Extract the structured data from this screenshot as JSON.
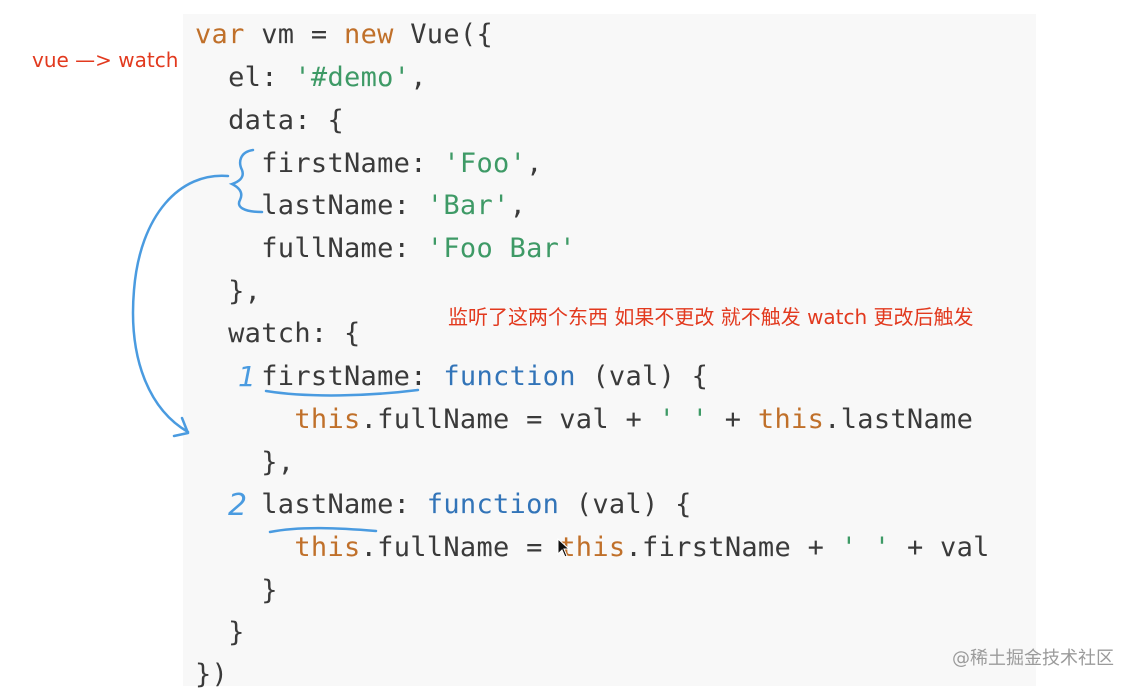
{
  "annotations": {
    "top_left": "vue —> watch",
    "right_note": "监听了这两个东西 如果不更改 就不触发 watch 更改后触发",
    "num1": "1",
    "num2": "2"
  },
  "code": {
    "line1": {
      "kw_var": "var",
      "vm": " vm = ",
      "kw_new": "new",
      "rest": " Vue({"
    },
    "line2": {
      "prefix": "  el: ",
      "str": "'#demo'",
      "suffix": ","
    },
    "line3": {
      "text": "  data: {"
    },
    "line4": {
      "prefix": "    firstName: ",
      "str": "'Foo'",
      "suffix": ","
    },
    "line5": {
      "prefix": "    lastName: ",
      "str": "'Bar'",
      "suffix": ","
    },
    "line6": {
      "prefix": "    fullName: ",
      "str": "'Foo Bar'"
    },
    "line7": {
      "text": "  },"
    },
    "line8": {
      "text": "  watch: {"
    },
    "line9": {
      "prefix": "    firstName: ",
      "fn": "function",
      "suffix": " (val) {"
    },
    "line10": {
      "indent": "      ",
      "this1": "this",
      "mid": ".fullName = val + ",
      "str": "' '",
      "mid2": " + ",
      "this2": "this",
      "suffix": ".lastName"
    },
    "line11": {
      "text": "    },"
    },
    "line12": {
      "prefix": "    lastName: ",
      "fn": "function",
      "suffix": " (val) {"
    },
    "line13": {
      "indent": "      ",
      "this1": "this",
      "mid": ".fullName = ",
      "this2": "this",
      "mid2": ".firstName + ",
      "str": "' '",
      "suffix": " + val"
    },
    "line14": {
      "text": "    }"
    },
    "line15": {
      "text": "  }"
    },
    "line16": {
      "text": "})"
    }
  },
  "watermark": "@稀土掘金技术社区",
  "colors": {
    "keyword": "#c0702a",
    "string": "#3e9a66",
    "function": "#3274b8",
    "annotation_red": "#e2391e",
    "ink_blue": "#4a9be0"
  }
}
